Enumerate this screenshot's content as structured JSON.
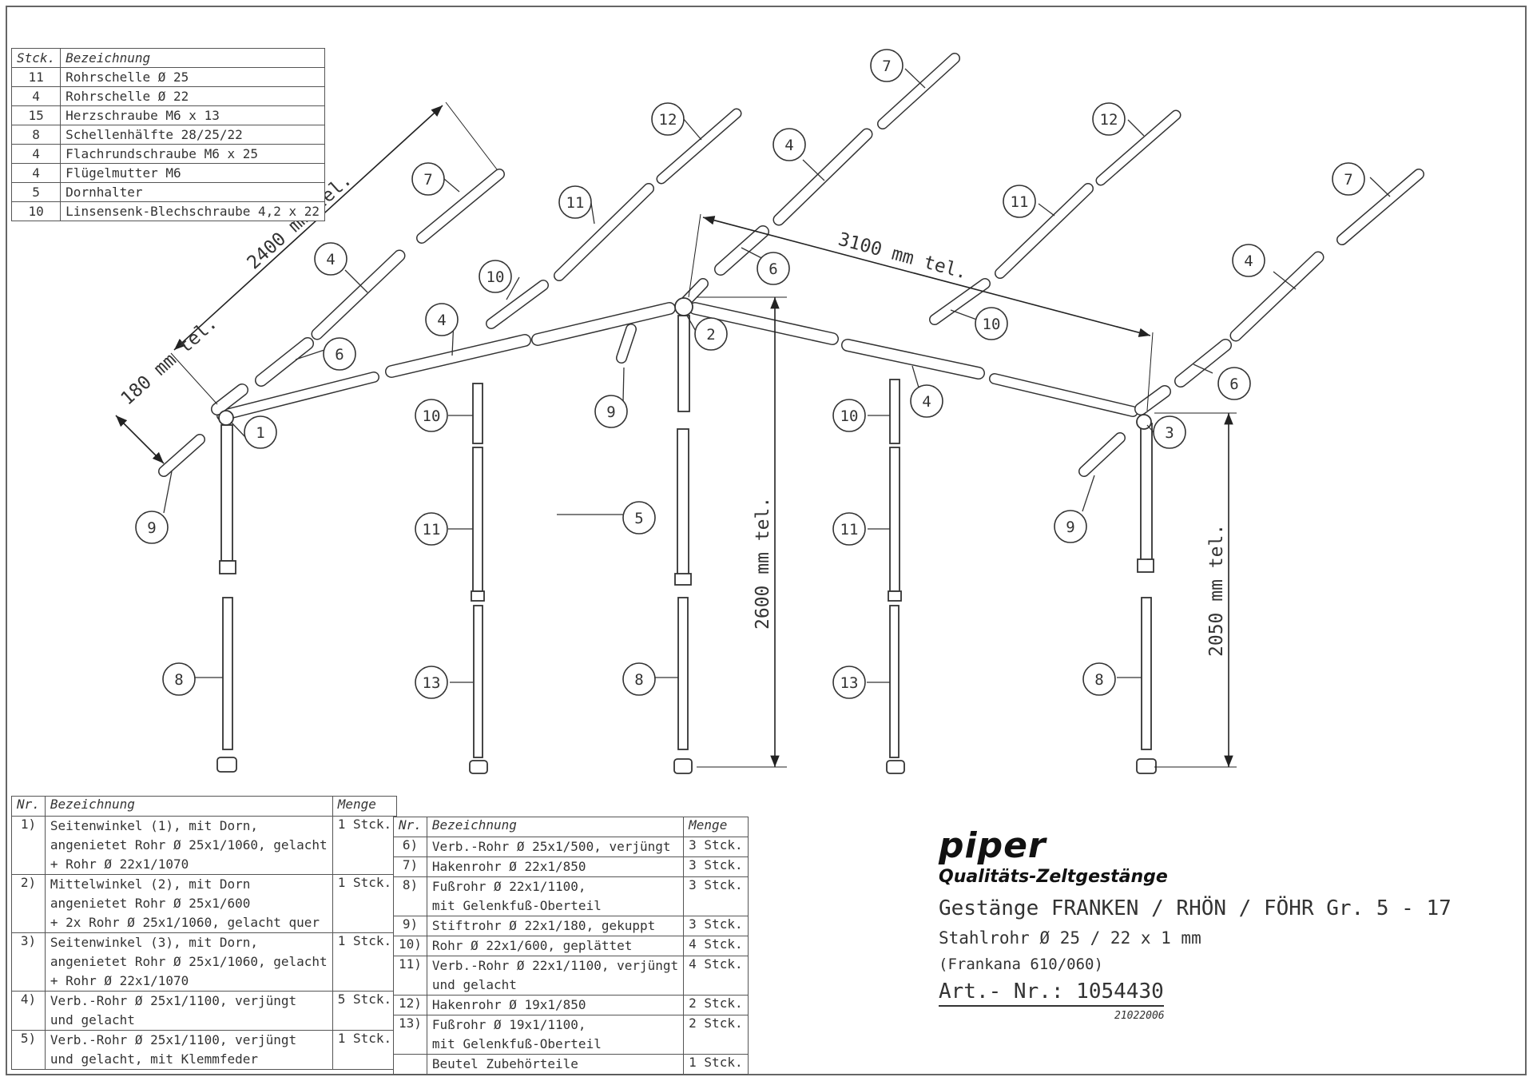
{
  "parts_small": {
    "headers": [
      "Stck.",
      "Bezeichnung"
    ],
    "rows": [
      [
        "11",
        "Rohrschelle Ø 25"
      ],
      [
        "4",
        "Rohrschelle Ø 22"
      ],
      [
        "15",
        "Herzschraube M6 x 13"
      ],
      [
        "8",
        "Schellenhälfte 28/25/22"
      ],
      [
        "4",
        "Flachrundschraube M6 x 25"
      ],
      [
        "4",
        "Flügelmutter M6"
      ],
      [
        "5",
        "Dornhalter"
      ],
      [
        "10",
        "Linsensenk-Blechschraube 4,2 x 22"
      ]
    ]
  },
  "parts_left": {
    "headers": [
      "Nr.",
      "Bezeichnung",
      "Menge"
    ],
    "rows": [
      {
        "nr": "1)",
        "lines": [
          "Seitenwinkel (1), mit Dorn,",
          "angenietet Rohr Ø 25x1/1060, gelacht",
          "+ Rohr Ø 22x1/1070"
        ],
        "menge": "1 Stck."
      },
      {
        "nr": "2)",
        "lines": [
          "Mittelwinkel (2), mit Dorn",
          "angenietet Rohr Ø 25x1/600",
          "+ 2x Rohr Ø 25x1/1060, gelacht quer"
        ],
        "menge": "1 Stck."
      },
      {
        "nr": "3)",
        "lines": [
          "Seitenwinkel (3), mit Dorn,",
          "angenietet Rohr Ø 25x1/1060, gelacht",
          "+ Rohr Ø 22x1/1070"
        ],
        "menge": "1 Stck."
      },
      {
        "nr": "4)",
        "lines": [
          "Verb.-Rohr Ø 25x1/1100, verjüngt",
          "und gelacht"
        ],
        "menge": "5 Stck."
      },
      {
        "nr": "5)",
        "lines": [
          "Verb.-Rohr Ø 25x1/1100, verjüngt",
          "und gelacht, mit Klemmfeder"
        ],
        "menge": "1 Stck."
      }
    ]
  },
  "parts_right": {
    "headers": [
      "Nr.",
      "Bezeichnung",
      "Menge"
    ],
    "rows": [
      {
        "nr": "6)",
        "lines": [
          "Verb.-Rohr Ø 25x1/500, verjüngt"
        ],
        "menge": "3 Stck."
      },
      {
        "nr": "7)",
        "lines": [
          "Hakenrohr Ø 22x1/850"
        ],
        "menge": "3 Stck."
      },
      {
        "nr": "8)",
        "lines": [
          "Fußrohr Ø 22x1/1100,",
          "mit Gelenkfuß-Oberteil"
        ],
        "menge": "3 Stck."
      },
      {
        "nr": "9)",
        "lines": [
          "Stiftrohr Ø 22x1/180, gekuppt"
        ],
        "menge": "3 Stck."
      },
      {
        "nr": "10)",
        "lines": [
          "Rohr Ø 22x1/600, geplättet"
        ],
        "menge": "4 Stck."
      },
      {
        "nr": "11)",
        "lines": [
          "Verb.-Rohr Ø 22x1/1100, verjüngt",
          "und gelacht"
        ],
        "menge": "4 Stck."
      },
      {
        "nr": "12)",
        "lines": [
          "Hakenrohr Ø 19x1/850"
        ],
        "menge": "2 Stck."
      },
      {
        "nr": "13)",
        "lines": [
          "Fußrohr Ø 19x1/1100,",
          "mit Gelenkfuß-Oberteil"
        ],
        "menge": "2 Stck."
      },
      {
        "nr": "",
        "lines": [
          "Beutel Zubehörteile"
        ],
        "menge": "1 Stck."
      }
    ]
  },
  "title_block": {
    "logo": "piper",
    "subtitle": "Qualitäts-Zeltgestänge",
    "line1": "Gestänge FRANKEN / RHÖN / FÖHR   Gr. 5 - 17",
    "line2": "Stahlrohr Ø 25 / 22  x 1 mm",
    "line3": "(Frankana 610/060)",
    "art_nr": "Art.- Nr.: 1054430",
    "doc_code": "21022006"
  },
  "dimensions": {
    "d2400": "2400 mm tel.",
    "d180": "180 mm tel.",
    "d3100": "3100 mm tel.",
    "d2600": "2600 mm tel.",
    "d2050": "2050 mm tel."
  },
  "callouts": {
    "c1": "1",
    "c2": "2",
    "c3": "3",
    "c4a": "4",
    "c4b": "4",
    "c4c": "4",
    "c4d": "4",
    "c4e": "4",
    "c5": "5",
    "c6a": "6",
    "c6b": "6",
    "c6c": "6",
    "c7a": "7",
    "c7b": "7",
    "c7c": "7",
    "c8a": "8",
    "c8b": "8",
    "c8c": "8",
    "c9a": "9",
    "c9b": "9",
    "c9c": "9",
    "c10a": "10",
    "c10b": "10",
    "c10c": "10",
    "c10d": "10",
    "c11a": "11",
    "c11b": "11",
    "c11c": "11",
    "c11d": "11",
    "c12a": "12",
    "c12b": "12",
    "c13a": "13",
    "c13b": "13"
  }
}
